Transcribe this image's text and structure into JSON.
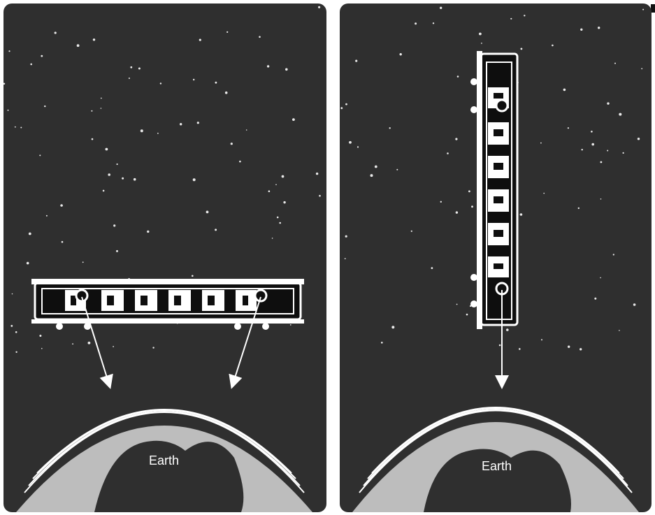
{
  "panels": [
    {
      "id": "left",
      "orientation": "horizontal",
      "earth_label": "Earth"
    },
    {
      "id": "right",
      "orientation": "vertical",
      "earth_label": "Earth"
    }
  ],
  "colors": {
    "space": "#2f2f2f",
    "line": "#ffffff",
    "crust": "#bdbdbd",
    "car_dark": "#0e0e0e"
  }
}
